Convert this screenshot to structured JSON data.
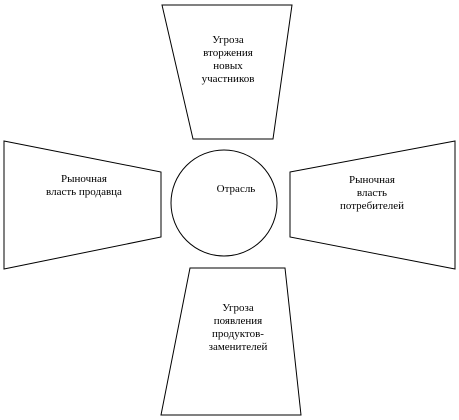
{
  "diagram": {
    "center": {
      "label": "Отрасль"
    },
    "top": {
      "label": "Угроза\nвторжения\nновых\nучастников"
    },
    "left": {
      "label": "Рыночная\nвласть продавца"
    },
    "right": {
      "label": "Рыночная\nвласть\nпотребителей"
    },
    "bottom": {
      "label": "Угроза\nпоявления\nпродуктов-\nзаменителей"
    }
  },
  "colors": {
    "stroke": "#000000",
    "fill": "#ffffff",
    "text": "#000000"
  }
}
